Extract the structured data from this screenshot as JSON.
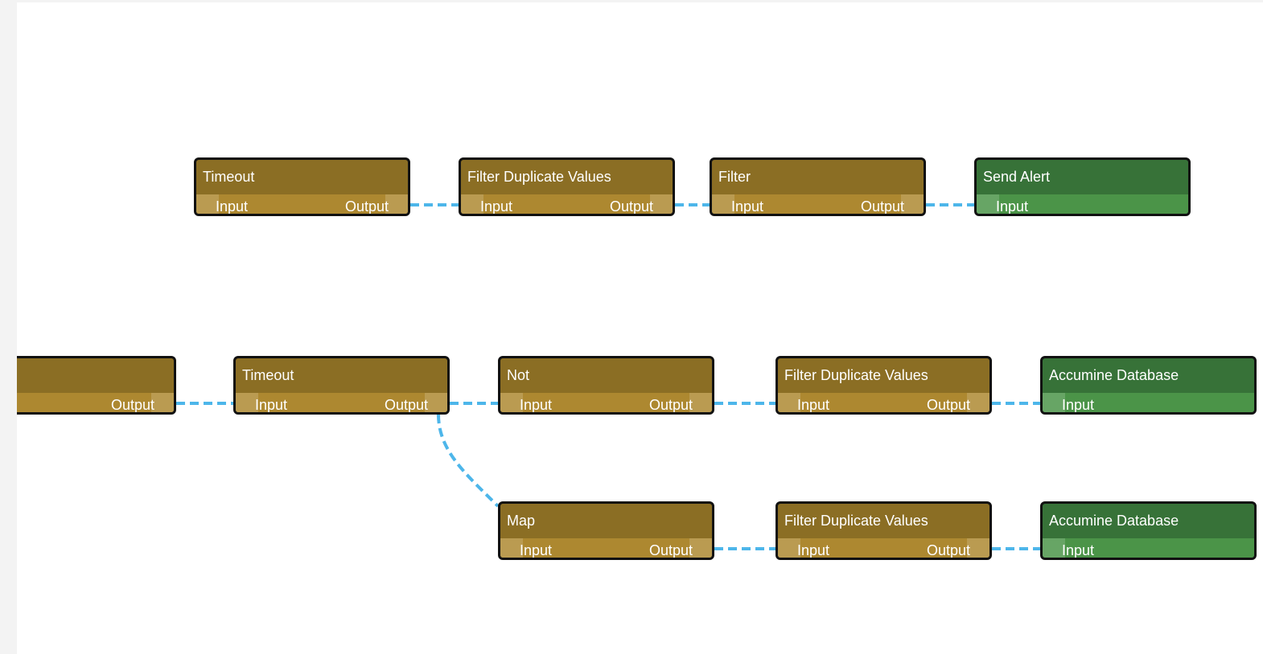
{
  "colors": {
    "edge": "#4db6ea",
    "processor_header": "#8b6e24",
    "processor_ports": "#ad8830",
    "sink_header": "#377238",
    "sink_ports": "#4b9448",
    "border": "#111111"
  },
  "nodes": {
    "n_timeout_top": {
      "title": "Timeout",
      "input": "Input",
      "output": "Output"
    },
    "n_filter_dup_top": {
      "title": "Filter Duplicate Values",
      "input": "Input",
      "output": "Output"
    },
    "n_filter_top": {
      "title": "Filter",
      "input": "Input",
      "output": "Output"
    },
    "n_send_alert": {
      "title": "Send Alert",
      "input": "Input"
    },
    "n_source_left": {
      "title": "",
      "output": "Output"
    },
    "n_timeout_mid": {
      "title": "Timeout",
      "input": "Input",
      "output": "Output"
    },
    "n_not": {
      "title": "Not",
      "input": "Input",
      "output": "Output"
    },
    "n_filter_dup_mid": {
      "title": "Filter Duplicate Values",
      "input": "Input",
      "output": "Output"
    },
    "n_accumine_db_mid": {
      "title": "Accumine Database",
      "input": "Input"
    },
    "n_map": {
      "title": "Map",
      "input": "Input",
      "output": "Output"
    },
    "n_filter_dup_bottom": {
      "title": "Filter Duplicate Values",
      "input": "Input",
      "output": "Output"
    },
    "n_accumine_db_bottom": {
      "title": "Accumine Database",
      "input": "Input"
    }
  },
  "edges": [
    {
      "from": "n_timeout_top",
      "to": "n_filter_dup_top"
    },
    {
      "from": "n_filter_dup_top",
      "to": "n_filter_top"
    },
    {
      "from": "n_filter_top",
      "to": "n_send_alert"
    },
    {
      "from": "n_source_left",
      "to": "n_timeout_mid"
    },
    {
      "from": "n_timeout_mid",
      "to": "n_not"
    },
    {
      "from": "n_not",
      "to": "n_filter_dup_mid"
    },
    {
      "from": "n_filter_dup_mid",
      "to": "n_accumine_db_mid"
    },
    {
      "from": "n_timeout_mid",
      "to": "n_map"
    },
    {
      "from": "n_map",
      "to": "n_filter_dup_bottom"
    },
    {
      "from": "n_filter_dup_bottom",
      "to": "n_accumine_db_bottom"
    }
  ]
}
